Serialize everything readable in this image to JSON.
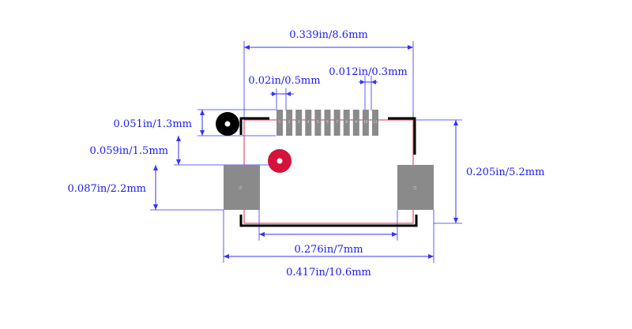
{
  "colors": {
    "dimension": "#3333ff",
    "dimension_text": "#1a1aff",
    "pad": "#8a8a8a",
    "silkscreen": "#000000",
    "courtyard": "#e0284a",
    "pin1_marker": "#d4123c"
  },
  "dimensions": {
    "overall_pitch_width": "0.339in/8.6mm",
    "pin_pitch": "0.02in/0.5mm",
    "pin_width": "0.012in/0.3mm",
    "pin_length": "0.051in/1.3mm",
    "pin_to_mount_gap": "0.059in/1.5mm",
    "mount_pad_height": "0.087in/2.2mm",
    "body_height": "0.205in/5.2mm",
    "mount_pad_inner_width": "0.276in/7mm",
    "overall_width": "0.417in/10.6mm"
  },
  "pins": [
    "1",
    "2",
    "3",
    "4",
    "5",
    "6",
    "7",
    "8",
    "9",
    "10",
    "11"
  ],
  "mount_pads": [
    "12",
    "13"
  ]
}
